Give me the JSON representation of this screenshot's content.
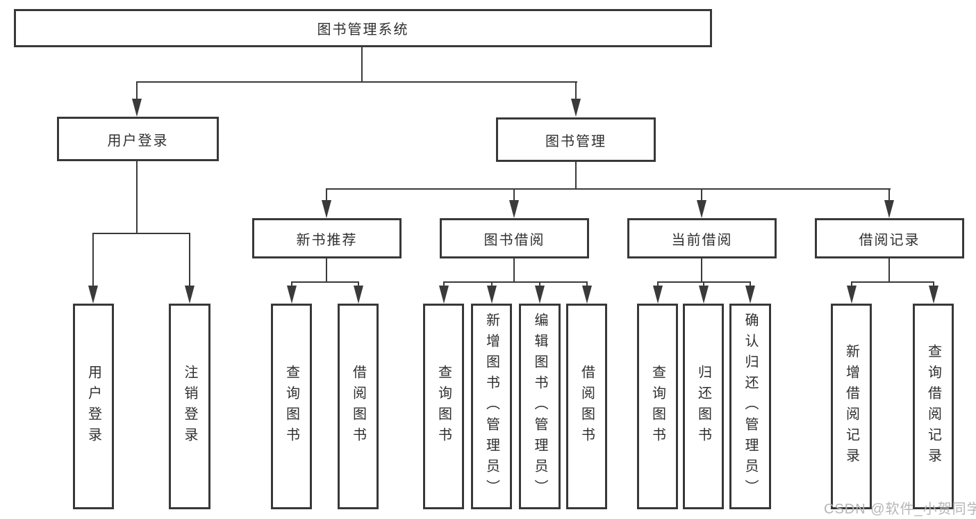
{
  "diagram": {
    "title": "图书管理系统",
    "root": {
      "label": "图书管理系统"
    },
    "level2": {
      "user_login": {
        "label": "用户登录"
      },
      "book_mgmt": {
        "label": "图书管理"
      }
    },
    "level3": {
      "new_books": {
        "label": "新书推荐"
      },
      "book_borrow": {
        "label": "图书借阅"
      },
      "current_borrow": {
        "label": "当前借阅"
      },
      "borrow_records": {
        "label": "借阅记录"
      }
    },
    "leaves": {
      "user_login": [
        "用户登录",
        "注销登录"
      ],
      "new_books": [
        "查询图书",
        "借阅图书"
      ],
      "book_borrow": [
        "查询图书",
        "新增图书（管理员）",
        "编辑图书（管理员）",
        "借阅图书"
      ],
      "current_borrow": [
        "查询图书",
        "归还图书",
        "确认归还（管理员）"
      ],
      "borrow_records": [
        "新增借阅记录",
        "查询借阅记录"
      ]
    }
  },
  "watermark": {
    "text": "CSDN @软件_小贺同学"
  },
  "colors": {
    "line": "#3a3a3a",
    "border": "#383838",
    "text": "#2f2f2f",
    "watermark": "#b6b6b6",
    "background": "#ffffff"
  }
}
